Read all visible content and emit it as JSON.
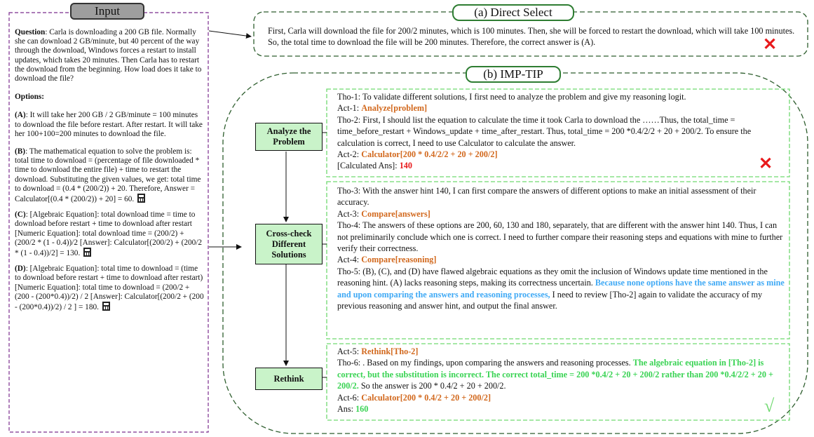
{
  "input": {
    "title": "Input",
    "question_label": "Question",
    "question_text": ": Carla is downloading a 200 GB file. Normally she can download 2 GB/minute, but 40 percent of the way through the download, Windows forces a restart to install updates, which takes 20 minutes. Then Carla has to restart the download from the beginning. How load does it take to download the file?",
    "options_label": "Options:",
    "options": [
      {
        "key": "(A)",
        "text": ": It will take her 200 GB / 2 GB/minute = 100 minutes to download the file before restart. After restart. It will take her 100+100=200 minutes to download the file."
      },
      {
        "key": "(B)",
        "text": ": The mathematical equation to solve the problem is:  total time to download = (percentage of file downloaded * time to download the entire file) + time to restart the download.  Substituting the given values, we get:  total time to download = (0.4 * (200/2)) + 20.  Therefore,  Answer = Calculator[(0.4 * (200/2)) + 20] = 60."
      },
      {
        "key": "(C)",
        "text": ": [Algebraic Equation]: total download time = time to download before restart + time to download after restart  [Numeric Equation]: total download time = (200/2) + (200/2 * (1 - 0.4))/2  [Answer]: Calculator[(200/2) + (200/2 * (1 - 0.4))/2] = 130."
      },
      {
        "key": "(D)",
        "text": ": [Algebraic Equation]: total time to download = (time to download before restart + time to download after restart)  [Numeric Equation]: total time to download = (200/2 + (200 - (200*0.4))/2) / 2  [Answer]: Calculator[(200/2 + (200 - (200*0.4))/2) / 2 ] = 180."
      }
    ]
  },
  "direct": {
    "title": "(a) Direct Select",
    "text": "First, Carla will download the file for 200/2 minutes, which is 100 minutes. Then, she will be forced to restart the download, which will take 100 minutes. So, the total time to download the file will be 200 minutes. Therefore, the correct answer is (A).",
    "mark": "✕"
  },
  "imp": {
    "title": "(b) IMP-TIP",
    "steps": [
      "Analyze the Problem",
      "Cross-check Different Solutions",
      "Rethink"
    ],
    "box1": {
      "tho1": "Tho-1: To validate different solutions, I first need to analyze the problem and give my reasoning logit.",
      "act1_label": "Act-1: ",
      "act1_value": "Analyze[problem]",
      "tho2": "Tho-2: First, I should list the equation to calculate the time it took Carla to download the  ……Thus, the total_time = time_before_restart + Windows_update + time_after_restart. Thus, total_time = 200 *0.4/2/2 + 20 + 200/2.  To ensure the calculation is correct, I need to use Calculator to calculate the answer.",
      "act2_label": "Act-2: ",
      "act2_value": "Calculator[200 * 0.4/2/2 + 20 + 200/2]",
      "ans_label": "[Calculated Ans]: ",
      "ans_value": "140",
      "mark": "✕"
    },
    "box2": {
      "tho3": "Tho-3: With the answer hint 140, I can first compare the answers of different options to make an initial assessment of their accuracy.",
      "act3_label": "Act-3: ",
      "act3_value": "Compare[answers]",
      "tho4": "Tho-4: The answers of these options are 200, 60, 130 and 180, separately, that are different with the answer hint 140. Thus, I can not preliminarily conclude which one is correct.  I need to further compare their reasoning steps and equations with mine to further verify their correctness.",
      "act4_label": "Act-4: ",
      "act4_value": "Compare[reasoning]",
      "tho5_a": "Tho-5:  (B), (C), and (D) have flawed algebraic equations as they omit the inclusion of Windows update time mentioned in the reasoning hint. (A) lacks reasoning steps, making its correctness uncertain. ",
      "tho5_b": "Because none options have the same answer as mine and upon comparing the answers and reasoning processes,",
      "tho5_c": " I need to review [Tho-2] again to  validate the accuracy of my previous reasoning and answer hint, and output the final answer."
    },
    "box3": {
      "act5_label": "Act-5: ",
      "act5_value": "Rethink[Tho-2]",
      "tho6_a": "Tho-6: . Based on my findings, upon comparing the answers and reasoning processes.  ",
      "tho6_b": "The algebraic equation in [Tho-2] is correct, but the substitution is incorrect. The correct total_time = 200 *0.4/2 + 20 + 200/2 rather than  200 *0.4/2/2 + 20 + 200/2.",
      "tho6_c": " So the answer is 200 * 0.4/2 + 20 + 200/2.",
      "act6_label": "Act-6: ",
      "act6_value": "Calculator[200 * 0.4/2 + 20 + 200/2]",
      "ans_label": "Ans: ",
      "ans_value": "160",
      "mark": "√"
    }
  }
}
